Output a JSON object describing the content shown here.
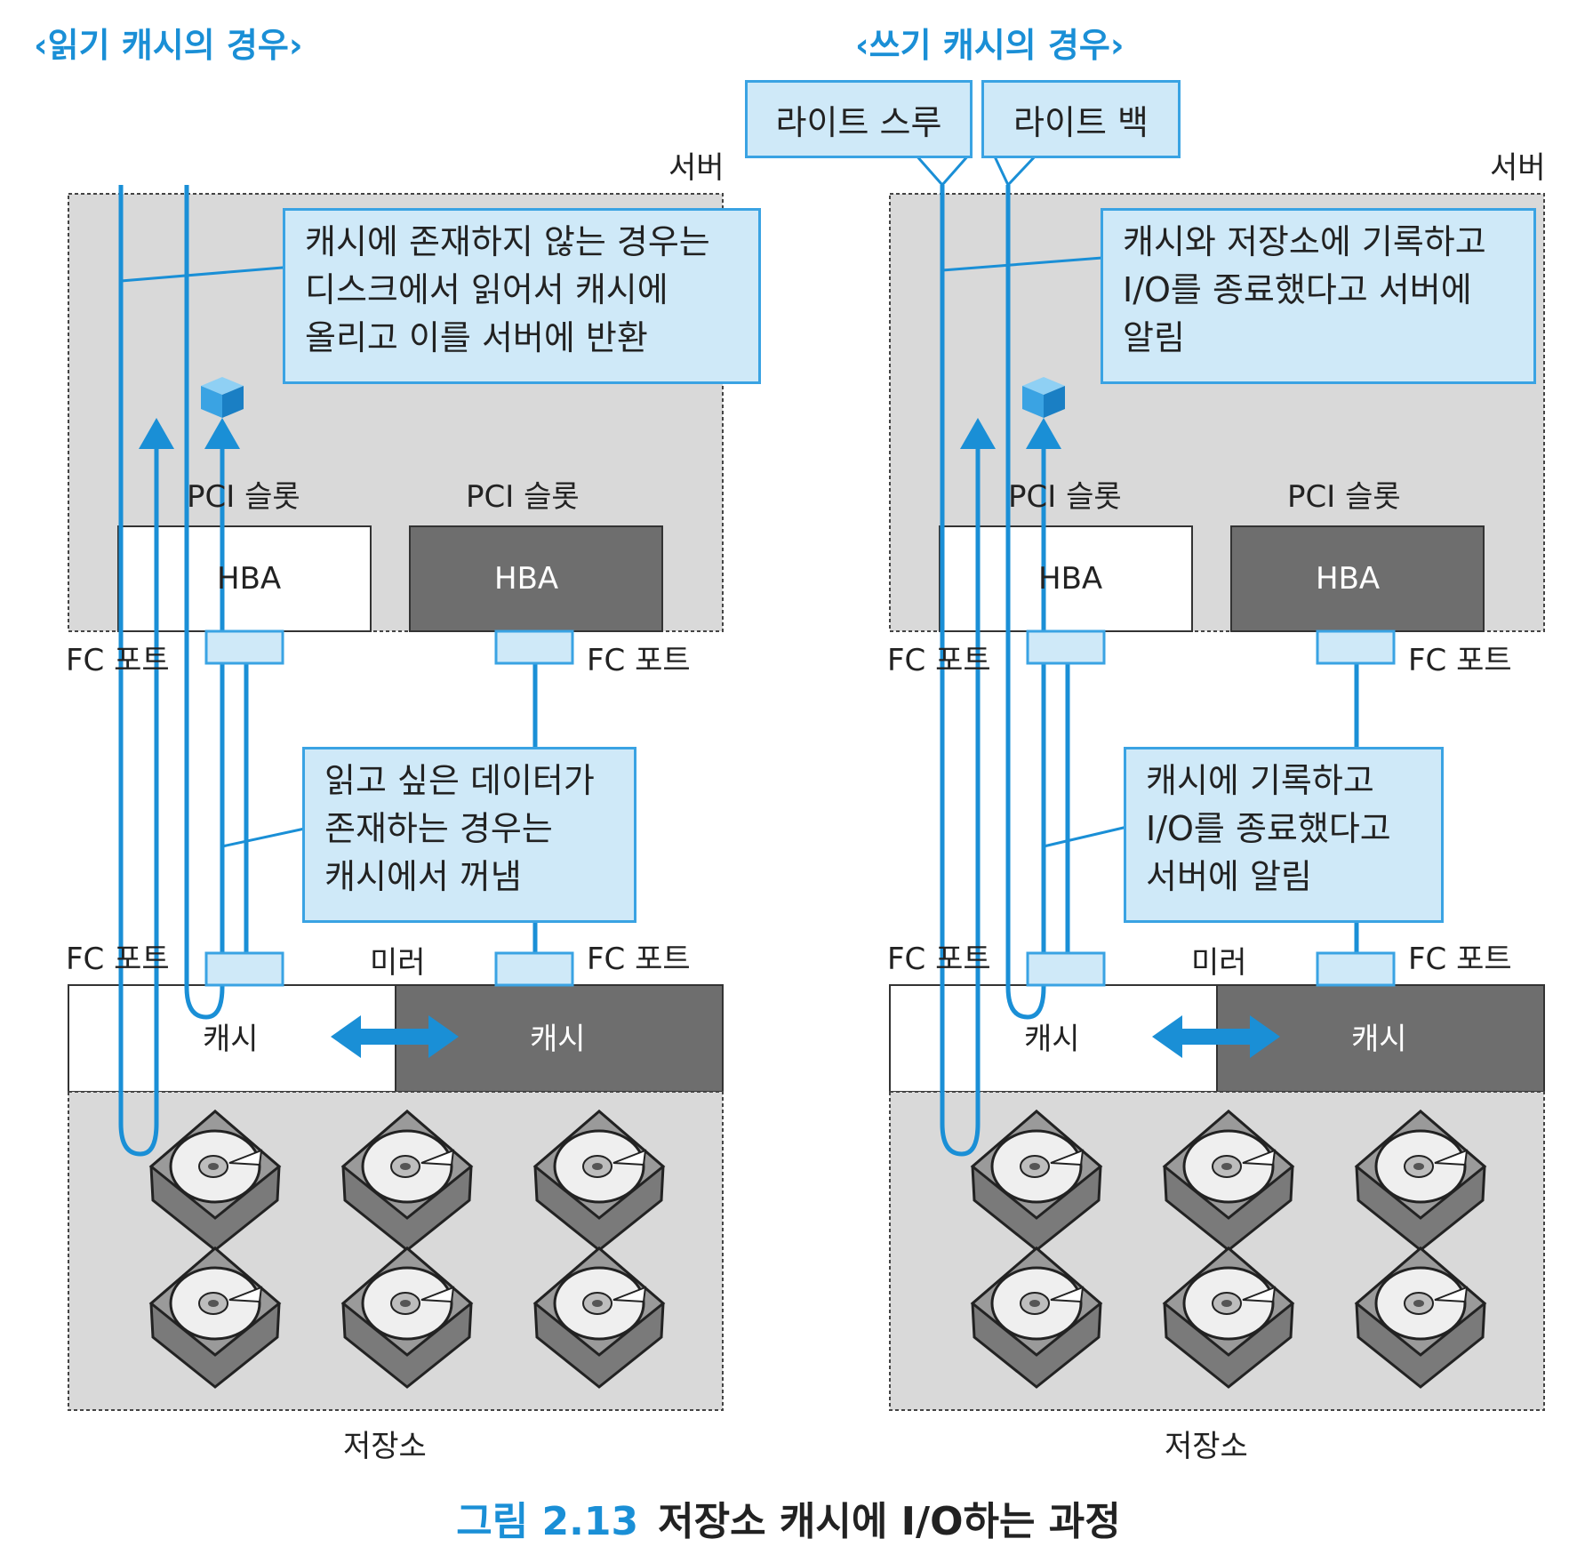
{
  "left": {
    "heading": "‹읽기 캐시의 경우›",
    "server_label": "서버",
    "pci_slot_1": "PCI 슬롯",
    "pci_slot_2": "PCI 슬롯",
    "hba_1": "HBA",
    "hba_2": "HBA",
    "fc_port_top_left": "FC 포트",
    "fc_port_top_right": "FC 포트",
    "fc_port_bottom_left": "FC 포트",
    "fc_port_bottom_right": "FC 포트",
    "mirror_label": "미러",
    "cache_1": "캐시",
    "cache_2": "캐시",
    "storage_label": "저장소",
    "callout_top": [
      "캐시에 존재하지 않는 경우는",
      "디스크에서 읽어서 캐시에",
      "올리고 이를 서버에 반환"
    ],
    "callout_mid": [
      "읽고 싶은 데이터가",
      "존재하는 경우는",
      "캐시에서 꺼냄"
    ]
  },
  "right": {
    "heading": "‹쓰기 캐시의 경우›",
    "tag_write_through": "라이트 스루",
    "tag_write_back": "라이트 백",
    "server_label": "서버",
    "pci_slot_1": "PCI 슬롯",
    "pci_slot_2": "PCI 슬롯",
    "hba_1": "HBA",
    "hba_2": "HBA",
    "fc_port_top_left": "FC 포트",
    "fc_port_top_right": "FC 포트",
    "fc_port_bottom_left": "FC 포트",
    "fc_port_bottom_right": "FC 포트",
    "mirror_label": "미러",
    "cache_1": "캐시",
    "cache_2": "캐시",
    "storage_label": "저장소",
    "callout_top": [
      "캐시와 저장소에 기록하고",
      "I/O를 종료했다고 서버에",
      "알림"
    ],
    "callout_mid": [
      "캐시에 기록하고",
      "I/O를 종료했다고",
      "서버에 알림"
    ]
  },
  "caption": {
    "number": "그림 2.13",
    "title": "저장소 캐시에 I/O하는 과정"
  },
  "colors": {
    "accent_blue": "#1a8fd6",
    "callout_fill": "#cfe9f8",
    "box_gray": "#d9d9d9",
    "hba_dark": "#6e6e6e"
  }
}
